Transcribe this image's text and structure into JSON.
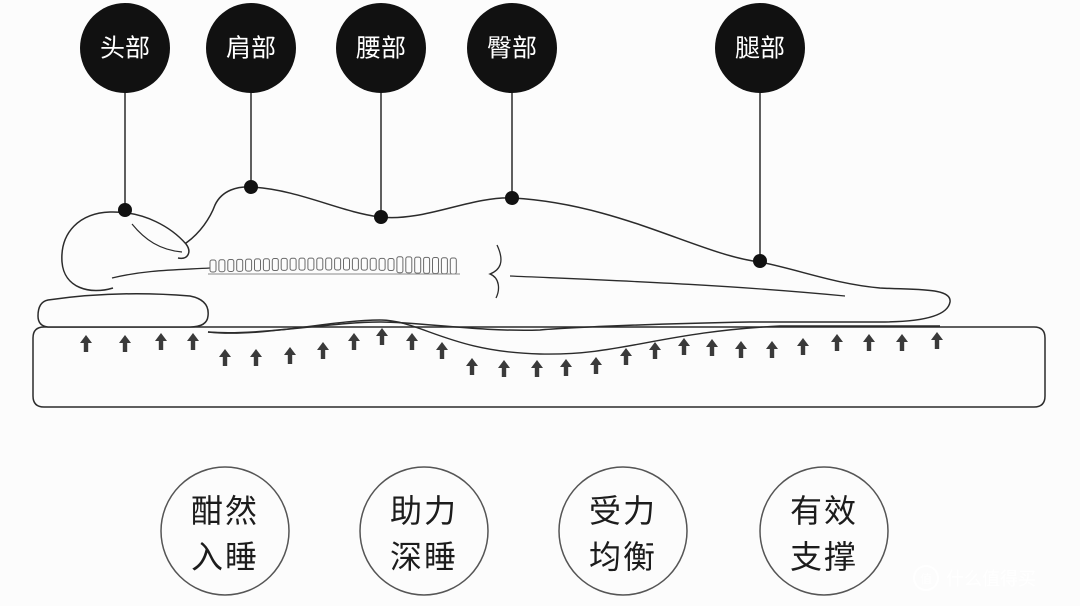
{
  "body_parts": [
    {
      "id": "head",
      "label": "头部"
    },
    {
      "id": "shoulder",
      "label": "肩部"
    },
    {
      "id": "waist",
      "label": "腰部"
    },
    {
      "id": "hip",
      "label": "臀部"
    },
    {
      "id": "leg",
      "label": "腿部"
    }
  ],
  "benefits": [
    {
      "id": "sleep-easily",
      "line1": "酣然",
      "line2": "入睡"
    },
    {
      "id": "deep-sleep",
      "line1": "助力",
      "line2": "深睡"
    },
    {
      "id": "balanced-force",
      "line1": "受力",
      "line2": "均衡"
    },
    {
      "id": "effective-support",
      "line1": "有效",
      "line2": "支撑"
    }
  ],
  "watermark": {
    "text": "什么值得买",
    "logo_letter": "值"
  },
  "colors": {
    "label_circle": "#111111",
    "label_text": "#ffffff",
    "outline": "#2b2b2b",
    "arrow": "#3a3a3a",
    "background": "#fcfcfc"
  }
}
